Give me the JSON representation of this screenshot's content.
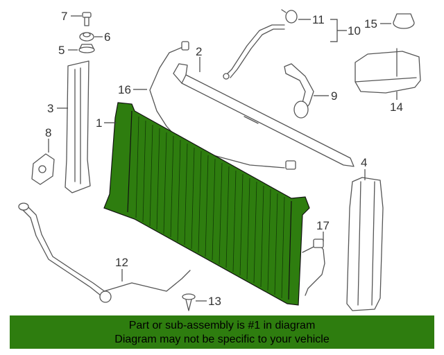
{
  "callouts": {
    "c1": "1",
    "c2": "2",
    "c3": "3",
    "c4": "4",
    "c5": "5",
    "c6": "6",
    "c7": "7",
    "c8": "8",
    "c9": "9",
    "c10": "10",
    "c11": "11",
    "c12": "12",
    "c13": "13",
    "c14": "14",
    "c15": "15",
    "c16": "16",
    "c17": "17"
  },
  "banner": {
    "line1": "Part or sub-assembly is #1 in diagram",
    "line2": "Diagram may not be specific to your vehicle"
  },
  "colors": {
    "highlight": "#2e7d0f",
    "banner_bg": "#2e7d0f",
    "line": "#444444"
  }
}
